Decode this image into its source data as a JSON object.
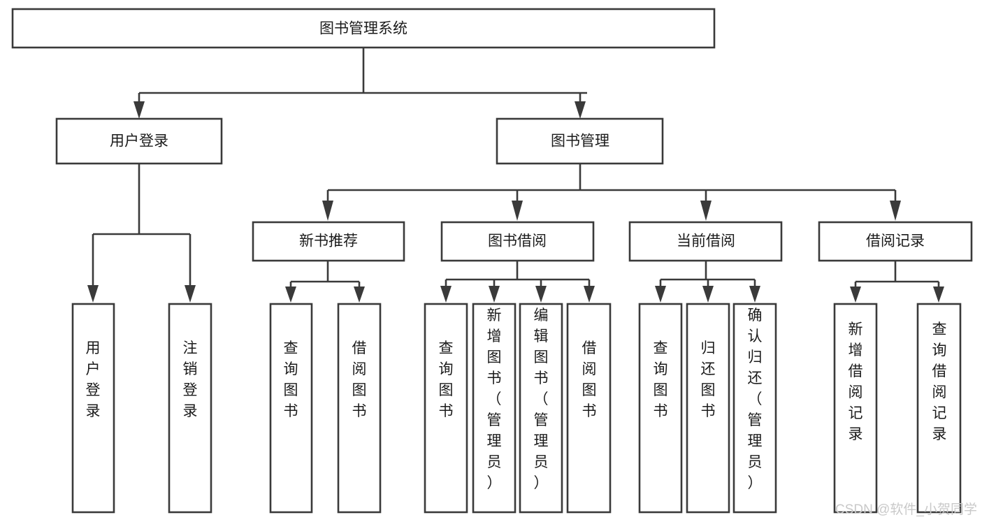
{
  "diagram": {
    "title": "图书管理系统",
    "type": "hierarchy-tree",
    "watermark": "CSDN @软件_小贺同学",
    "colors": {
      "box_stroke": "#3a3a3a",
      "box_fill": "#ffffff",
      "text": "#1b1b1b",
      "background": "#ffffff",
      "watermark": "#c9c9c9"
    },
    "levels": {
      "root": {
        "label": "图书管理系统"
      },
      "level2": [
        {
          "id": "user-login",
          "label": "用户登录"
        },
        {
          "id": "book-management",
          "label": "图书管理"
        }
      ],
      "level3": [
        {
          "id": "new-book-recommend",
          "label": "新书推荐",
          "parent": "book-management"
        },
        {
          "id": "book-borrow",
          "label": "图书借阅",
          "parent": "book-management"
        },
        {
          "id": "current-borrow",
          "label": "当前借阅",
          "parent": "book-management"
        },
        {
          "id": "borrow-record",
          "label": "借阅记录",
          "parent": "book-management"
        }
      ],
      "leaves": [
        {
          "id": "leaf-user-login",
          "label": "用户登录",
          "parent": "user-login"
        },
        {
          "id": "leaf-logout-login",
          "label": "注销登录",
          "parent": "user-login"
        },
        {
          "id": "leaf-query-book-1",
          "label": "查询图书",
          "parent": "new-book-recommend"
        },
        {
          "id": "leaf-borrow-book-1",
          "label": "借阅图书",
          "parent": "new-book-recommend"
        },
        {
          "id": "leaf-query-book-2",
          "label": "查询图书",
          "parent": "book-borrow"
        },
        {
          "id": "leaf-add-book",
          "label": "新增图书（管理员）",
          "parent": "book-borrow"
        },
        {
          "id": "leaf-edit-book",
          "label": "编辑图书（管理员）",
          "parent": "book-borrow"
        },
        {
          "id": "leaf-borrow-book-2",
          "label": "借阅图书",
          "parent": "book-borrow"
        },
        {
          "id": "leaf-query-book-3",
          "label": "查询图书",
          "parent": "current-borrow"
        },
        {
          "id": "leaf-return-book",
          "label": "归还图书",
          "parent": "current-borrow"
        },
        {
          "id": "leaf-confirm-return",
          "label": "确认归还（管理员）",
          "parent": "current-borrow"
        },
        {
          "id": "leaf-add-record",
          "label": "新增借阅记录",
          "parent": "borrow-record"
        },
        {
          "id": "leaf-query-record",
          "label": "查询借阅记录",
          "parent": "borrow-record"
        }
      ]
    }
  }
}
